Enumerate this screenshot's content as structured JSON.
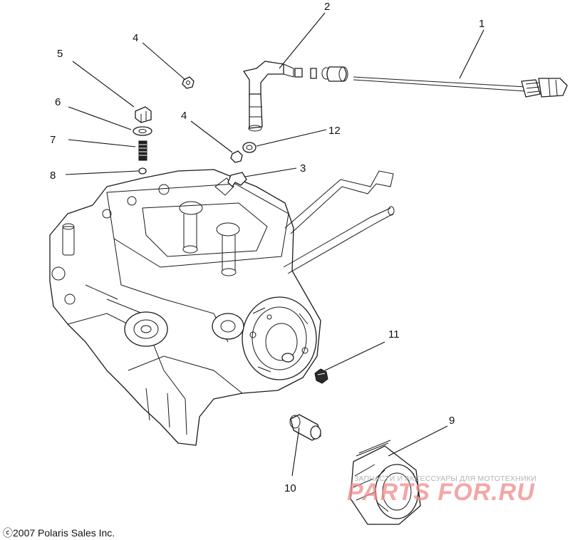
{
  "diagram": {
    "callouts": [
      {
        "id": "c1",
        "label": "1"
      },
      {
        "id": "c2",
        "label": "2"
      },
      {
        "id": "c3",
        "label": "3"
      },
      {
        "id": "c4a",
        "label": "4"
      },
      {
        "id": "c4b",
        "label": "4"
      },
      {
        "id": "c5",
        "label": "5"
      },
      {
        "id": "c6",
        "label": "6"
      },
      {
        "id": "c7",
        "label": "7"
      },
      {
        "id": "c8",
        "label": "8"
      },
      {
        "id": "c9",
        "label": "9"
      },
      {
        "id": "c10",
        "label": "10"
      },
      {
        "id": "c11",
        "label": "11"
      },
      {
        "id": "c12",
        "label": "12"
      }
    ],
    "copyright": "ⓒ2007 Polaris Sales Inc.",
    "watermark": {
      "strapline": "ЗАПЧАСТИ И АКСЕССУАРЫ ДЛЯ МОТОТЕХНИКИ",
      "logo": "PARTS FOR.RU"
    }
  }
}
